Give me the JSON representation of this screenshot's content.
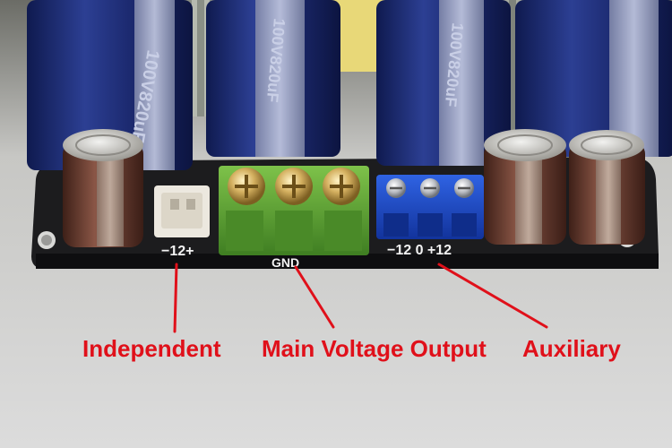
{
  "board_marks": {
    "independent_pin": "−12+",
    "main_output": "GND",
    "aux_output": "−12 0 +12"
  },
  "capacitor_print": {
    "rating": "100V820uF"
  },
  "annotations": {
    "independent": "Independent",
    "main": "Main Voltage Output",
    "auxiliary": "Auxiliary"
  },
  "colors": {
    "annotation": "#e0101a",
    "pcb": "#1c1c1e",
    "green_terminal": "#5fa531",
    "blue_terminal": "#1b45c4",
    "cap_blue": "#1c2a6e",
    "cap_brown": "#6b3e33"
  }
}
